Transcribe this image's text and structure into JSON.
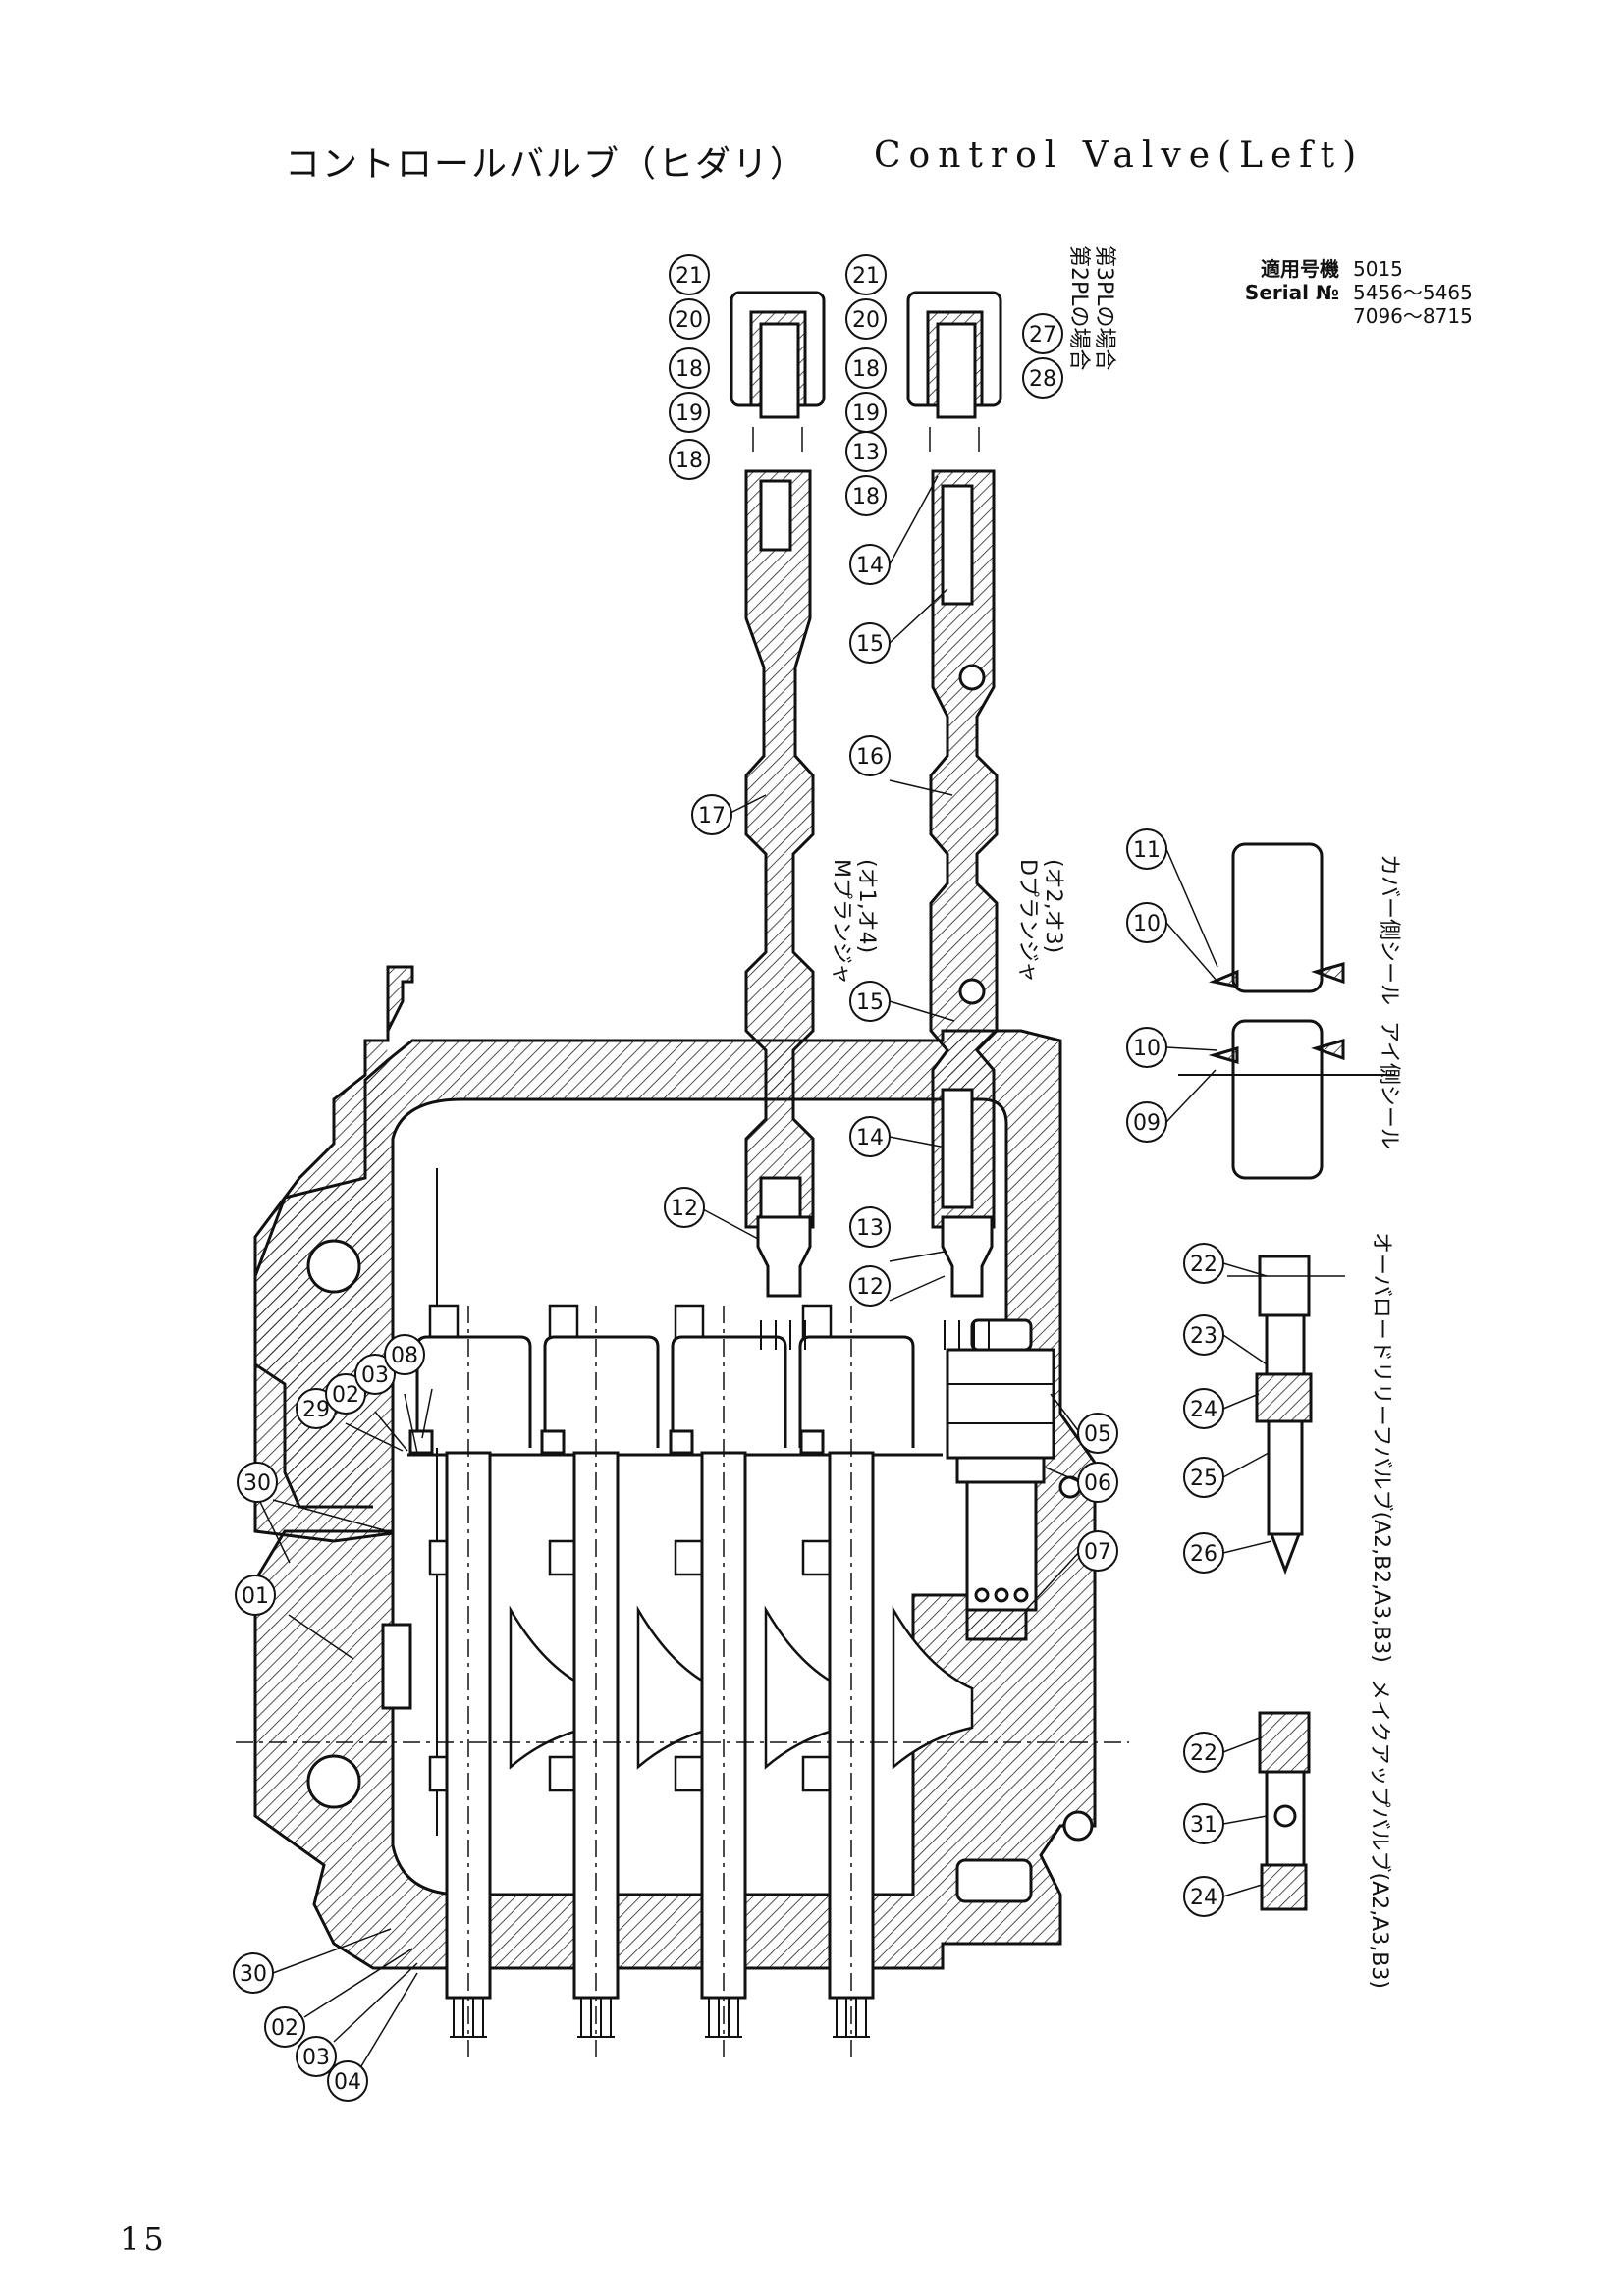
{
  "title": {
    "ja": "コントロールバルブ（ヒダリ）",
    "en": "Control Valve(Left)"
  },
  "serial": {
    "rows": [
      {
        "label": "適用号機",
        "value": "5015"
      },
      {
        "label": "Serial №",
        "value": "5456～5465"
      },
      {
        "label": "",
        "value": "7096～8715"
      }
    ]
  },
  "page_number": "15",
  "annotations": {
    "pl2": "第2PLの場合",
    "pl3": "第3PLの場合",
    "m_plunger": "Mプランジャ",
    "m_plunger_sub": "(オ1,オ4)",
    "d_plunger": "Dプランジャ",
    "d_plunger_sub": "(オ2,オ3)",
    "cover_seal": "カバー側シール",
    "eye_seal": "アイ側シール",
    "overload_relief": "オーバロードリリーフバルブ(A2,B2,A3,B3)",
    "makeup_valve": "メイクアップバルブ(A2,A3,B3)"
  },
  "parts": {
    "p01": "01",
    "p02": "02",
    "p03": "03",
    "p04": "04",
    "p05": "05",
    "p06": "06",
    "p07": "07",
    "p08": "08",
    "p09": "09",
    "p10": "10",
    "p11": "11",
    "p12": "12",
    "p13": "13",
    "p14": "14",
    "p15": "15",
    "p16": "16",
    "p17": "17",
    "p18": "18",
    "p19": "19",
    "p20": "20",
    "p21": "21",
    "p22": "22",
    "p23": "23",
    "p24": "24",
    "p25": "25",
    "p26": "26",
    "p27": "27",
    "p28": "28",
    "p29": "29",
    "p30": "30",
    "p31": "31"
  }
}
